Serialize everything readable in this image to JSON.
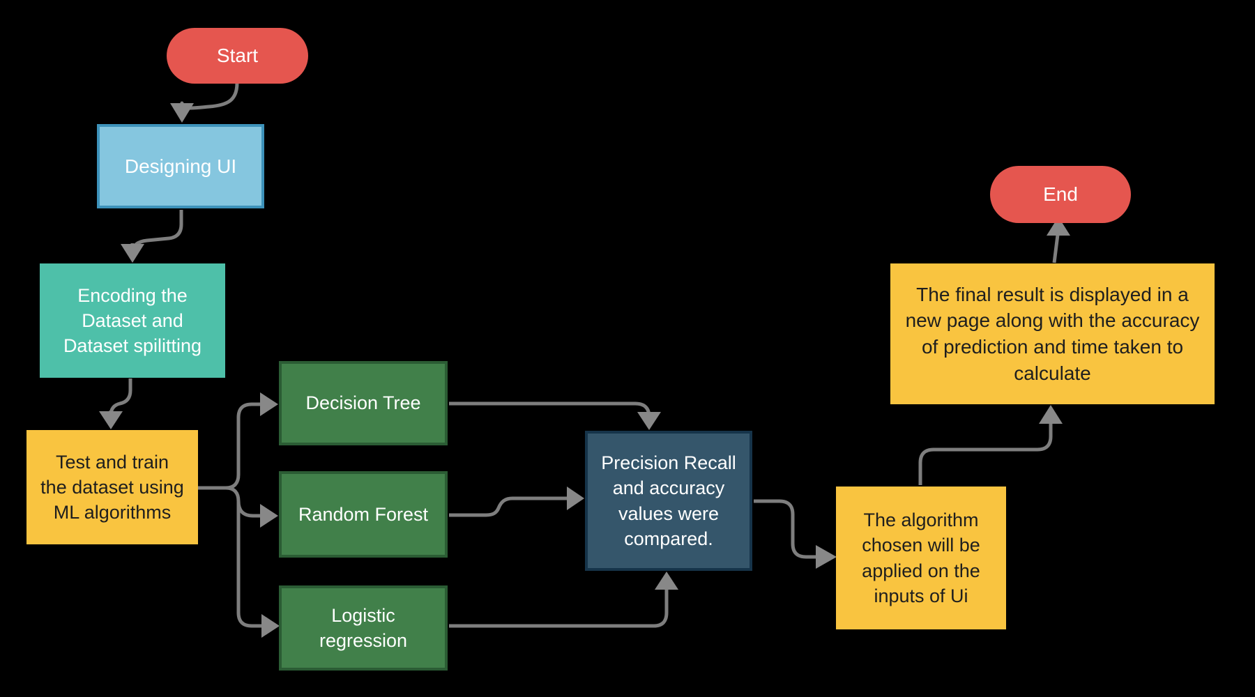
{
  "diagram_title": "ML algorithm comparison flowchart",
  "palette": {
    "background": "#000000",
    "terminal_fill": "#e5564f",
    "blue_fill": "#85c6df",
    "blue_border": "#3d92ba",
    "teal_fill": "#4ec0a9",
    "yellow_fill": "#f9c440",
    "green_fill": "#41804a",
    "green_border": "#2b5c34",
    "slate_fill": "#35566b",
    "slate_border": "#16344a",
    "arrow_color": "#7e7e7e",
    "text_light": "#ffffff",
    "text_dark": "#1e1e1e"
  },
  "nodes": {
    "start": {
      "label": "Start",
      "shape": "terminal"
    },
    "designing_ui": {
      "label": "Designing UI",
      "shape": "process"
    },
    "encoding": {
      "label": "Encoding the\nDataset and\nDataset spilitting",
      "shape": "process"
    },
    "test_train": {
      "label": "Test and train\nthe dataset using\nML algorithms",
      "shape": "process"
    },
    "decision_tree": {
      "label": "Decision Tree",
      "shape": "process"
    },
    "random_forest": {
      "label": "Random Forest",
      "shape": "process"
    },
    "logistic_regression": {
      "label": "Logistic\nregression",
      "shape": "process"
    },
    "precision_compare": {
      "label": "Precision Recall\nand accuracy\nvalues were\ncompared.",
      "shape": "process"
    },
    "algorithm_applied": {
      "label": "The algorithm\nchosen will be\napplied on the\ninputs of Ui",
      "shape": "process"
    },
    "final_result": {
      "label": "The final result is displayed in a\nnew page along with the accuracy\nof prediction and time taken to\ncalculate",
      "shape": "process"
    },
    "end": {
      "label": "End",
      "shape": "terminal"
    }
  },
  "edges": [
    {
      "from": "start",
      "to": "designing_ui"
    },
    {
      "from": "designing_ui",
      "to": "encoding"
    },
    {
      "from": "encoding",
      "to": "test_train"
    },
    {
      "from": "test_train",
      "to": "decision_tree"
    },
    {
      "from": "test_train",
      "to": "random_forest"
    },
    {
      "from": "test_train",
      "to": "logistic_regression"
    },
    {
      "from": "decision_tree",
      "to": "precision_compare"
    },
    {
      "from": "random_forest",
      "to": "precision_compare"
    },
    {
      "from": "logistic_regression",
      "to": "precision_compare"
    },
    {
      "from": "precision_compare",
      "to": "algorithm_applied"
    },
    {
      "from": "algorithm_applied",
      "to": "final_result"
    },
    {
      "from": "final_result",
      "to": "end"
    }
  ]
}
